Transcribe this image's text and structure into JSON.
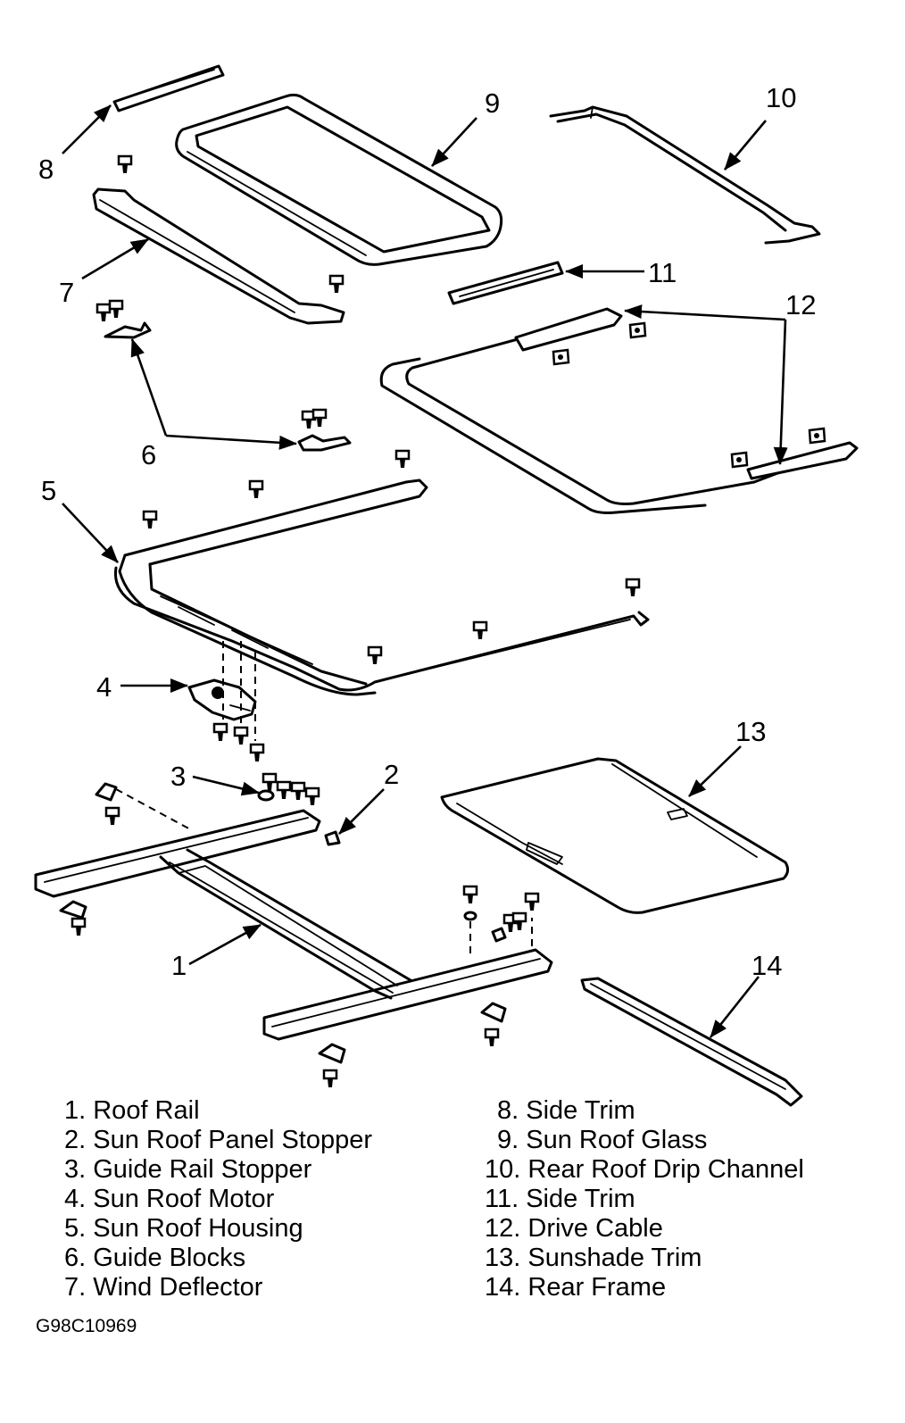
{
  "callouts": [
    "1",
    "2",
    "3",
    "4",
    "5",
    "6",
    "7",
    "8",
    "9",
    "10",
    "11",
    "12",
    "13",
    "14"
  ],
  "legend_left": [
    "1. Roof Rail",
    "2. Sun Roof Panel Stopper",
    "3. Guide Rail Stopper",
    "4. Sun Roof Motor",
    "5. Sun Roof Housing",
    "6. Guide Blocks",
    "7. Wind Deflector"
  ],
  "legend_right": [
    "8. Side Trim",
    "9. Sun Roof Glass",
    "10. Rear Roof Drip Channel",
    "11. Side Trim",
    "12. Drive Cable",
    "13. Sunshade Trim",
    "14. Rear Frame"
  ],
  "figure_code": "G98C10969"
}
